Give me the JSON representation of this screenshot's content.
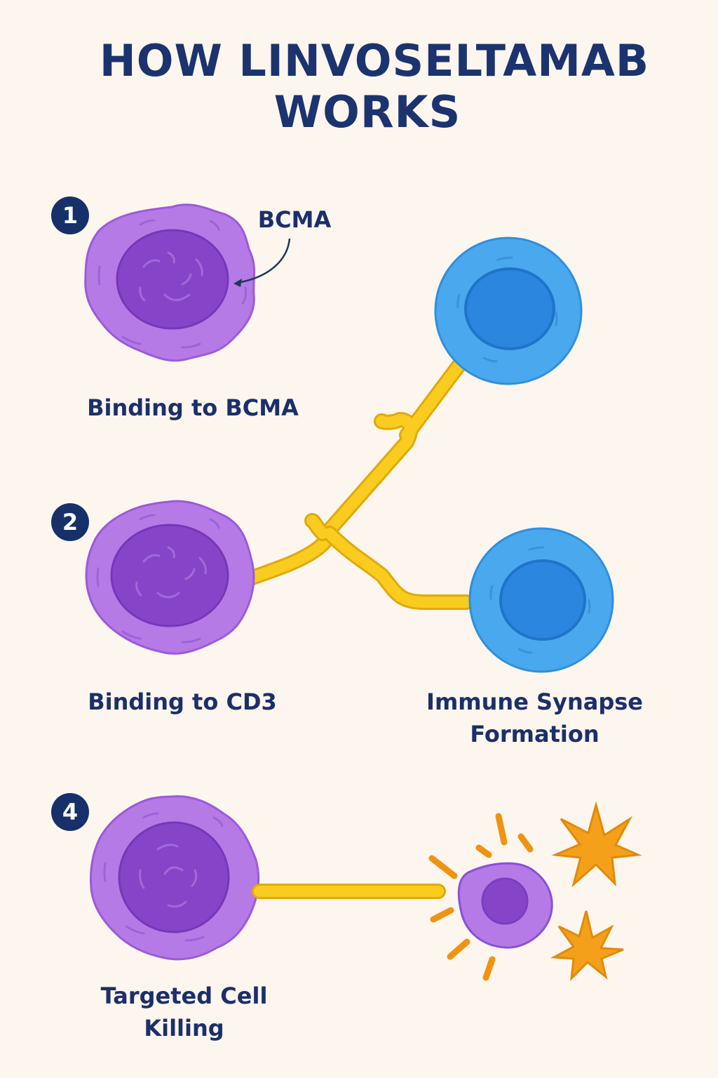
{
  "title": {
    "line1": "HOW LINVOSELTAMAB",
    "line2": "WORKS"
  },
  "colors": {
    "background": "#fdf6ee",
    "title": "#1b336f",
    "badge": "#17306a",
    "target_cell_outer": "#b57ae6",
    "target_cell_nucleus": "#8645c8",
    "t_cell_outer": "#4aa8ee",
    "t_cell_nucleus": "#2a86de",
    "antibody": "#f9cc1f",
    "burst": "#f39c12"
  },
  "steps": [
    {
      "number": "1",
      "label": "Binding to BCMA",
      "annotation": "BCMA"
    },
    {
      "number": "2",
      "label": "Binding to CD3"
    },
    {
      "label_line1": "Immune Synapse",
      "label_line2": "Formation"
    },
    {
      "number": "4",
      "label_line1": "Targeted Cell",
      "label_line2": "Killing"
    }
  ]
}
